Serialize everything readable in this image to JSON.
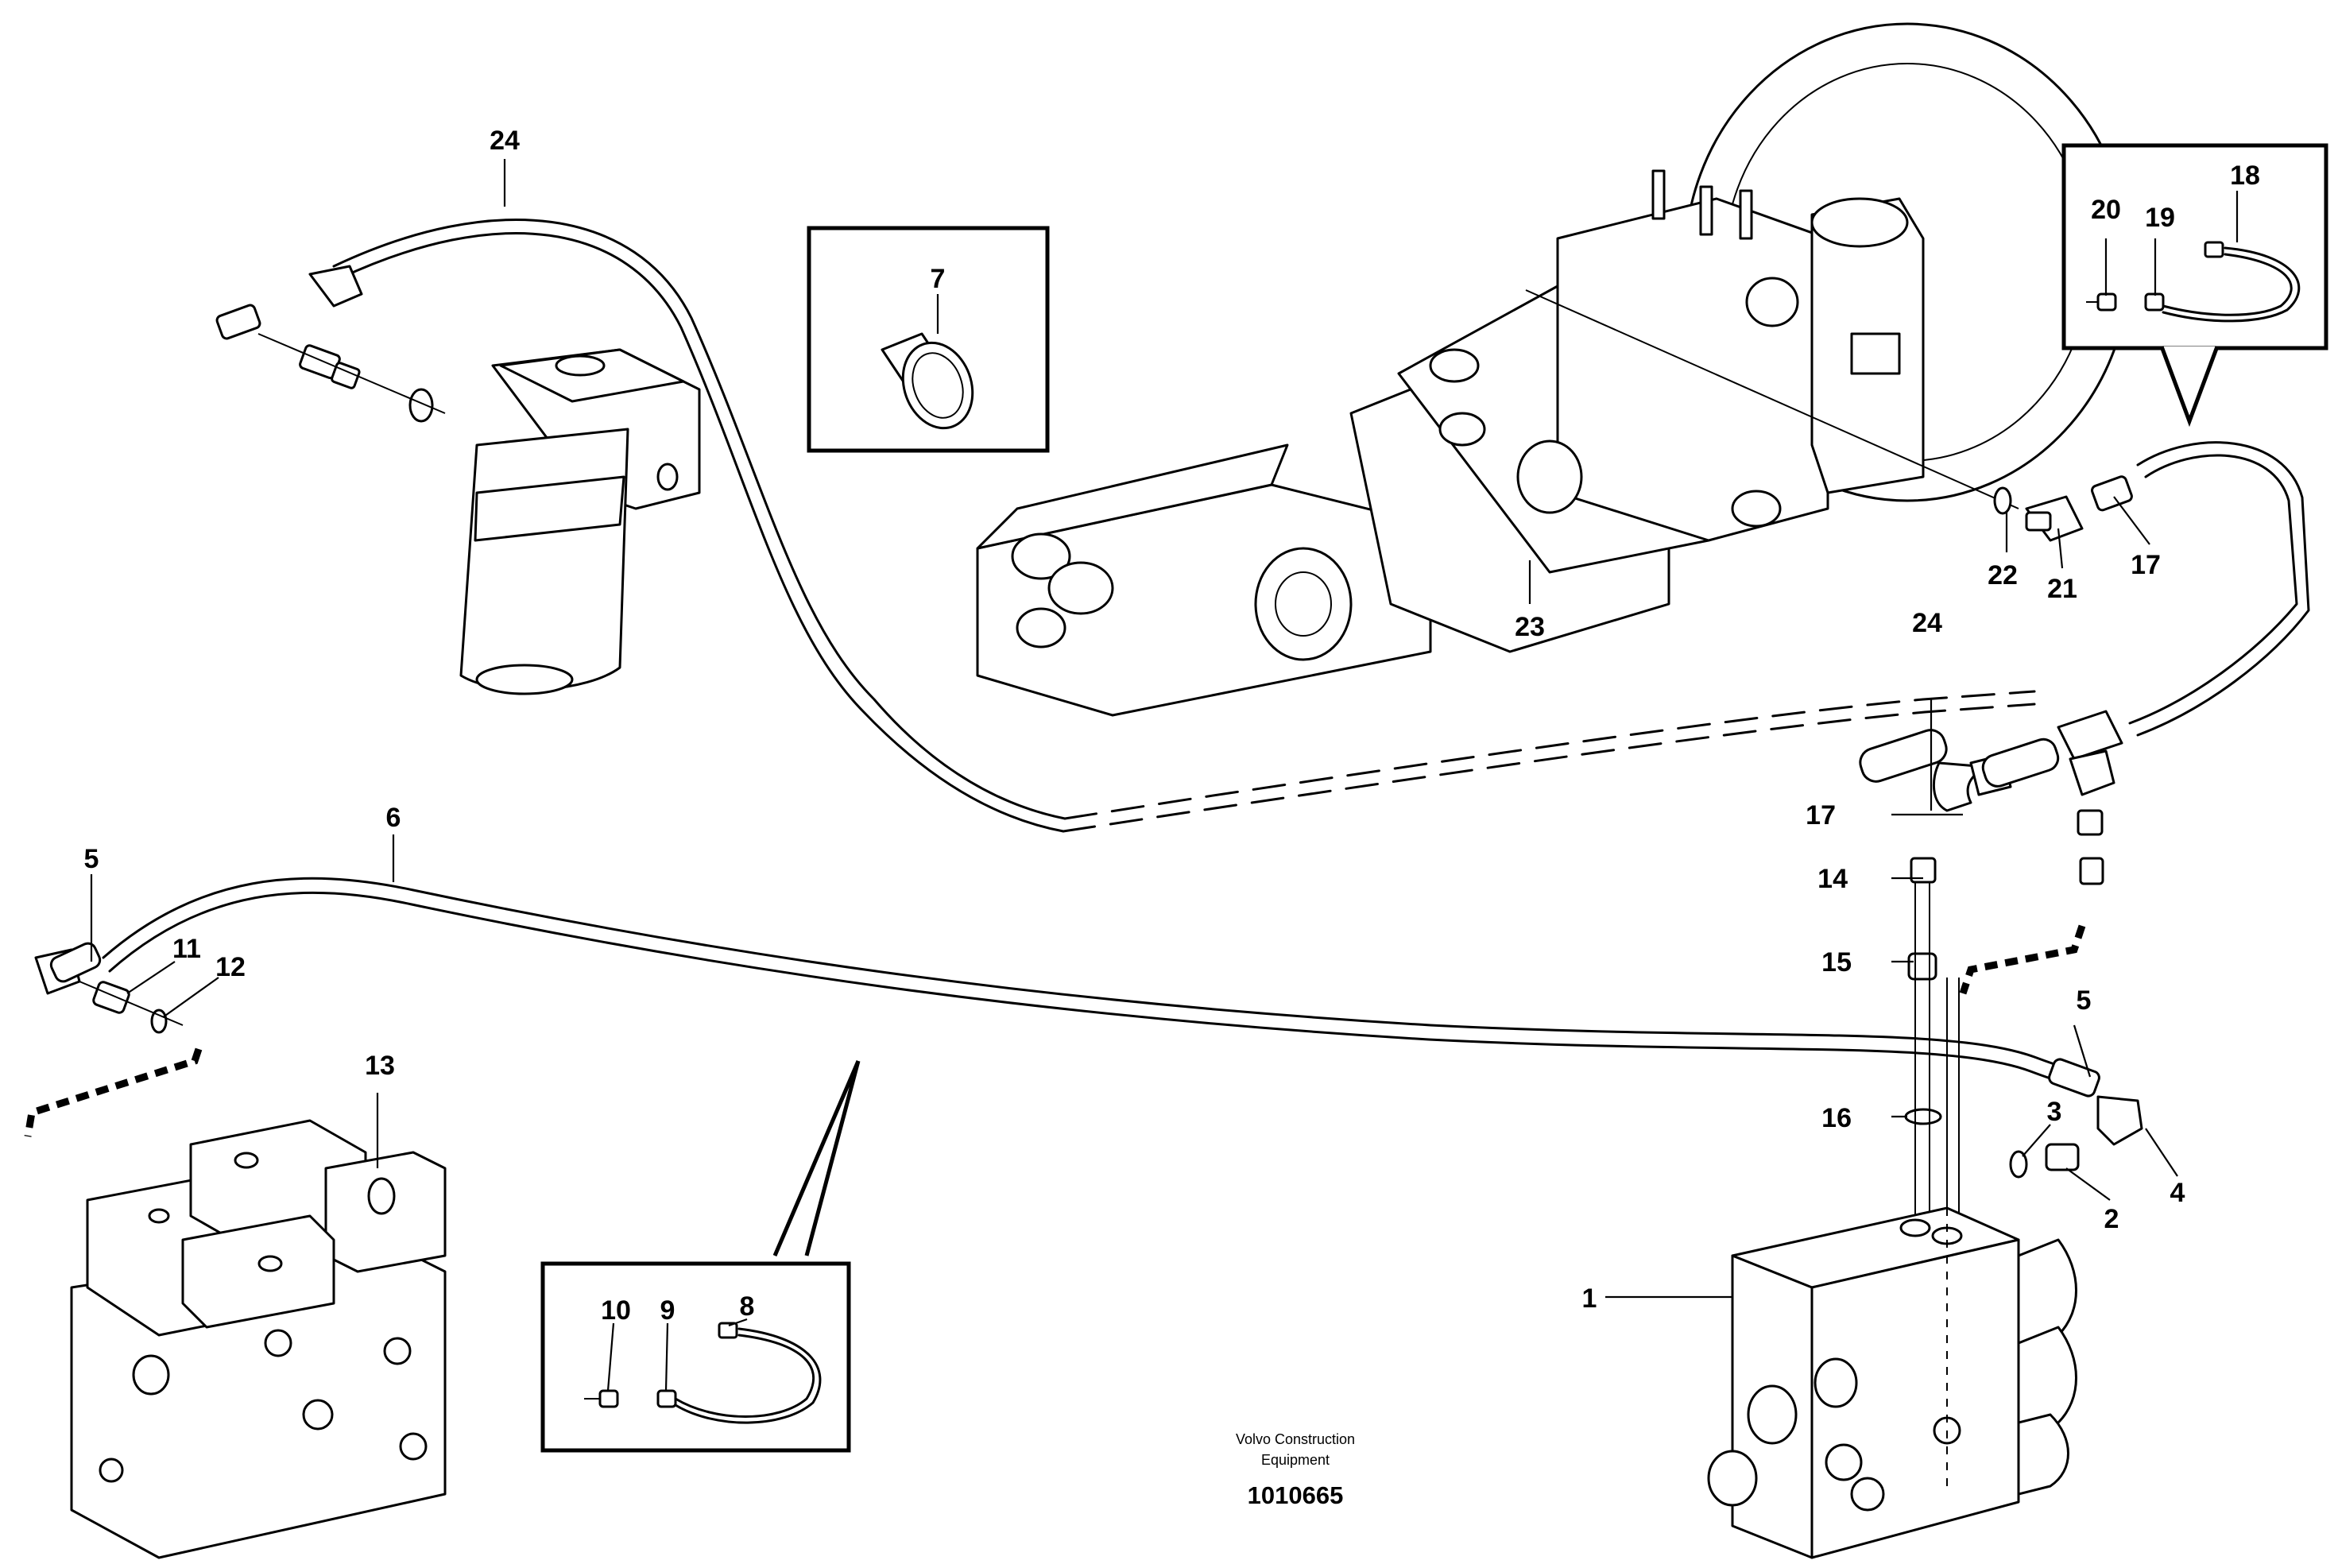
{
  "callouts": [
    "24",
    "7",
    "18",
    "20",
    "19",
    "22",
    "21",
    "17",
    "23",
    "24",
    "6",
    "5",
    "11",
    "12",
    "17",
    "14",
    "15",
    "13",
    "5",
    "16",
    "3",
    "4",
    "2",
    "1",
    "10",
    "9",
    "8"
  ],
  "caption": {
    "line1": "Volvo Construction",
    "line2": "Equipment",
    "drawing_id": "1010665"
  }
}
